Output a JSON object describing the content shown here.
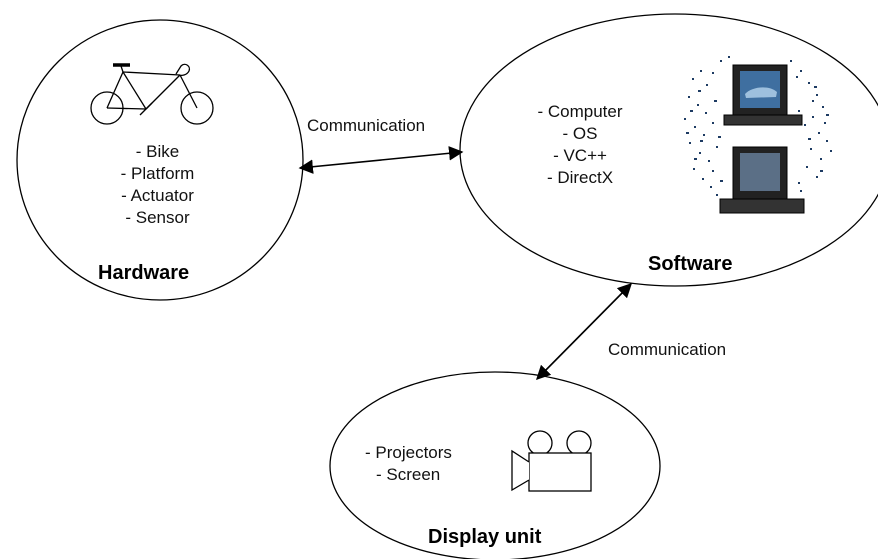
{
  "hardware": {
    "title": "Hardware",
    "items": [
      "Bike",
      "Platform",
      "Actuator",
      "Sensor"
    ],
    "icon": "bicycle-icon"
  },
  "software": {
    "title": "Software",
    "items": [
      "Computer",
      "OS",
      "VC++",
      "DirectX"
    ],
    "icon": "computers-icon"
  },
  "display": {
    "title": "Display unit",
    "items": [
      "Projectors",
      "Screen"
    ],
    "icon": "video-camera-icon"
  },
  "links": {
    "hardware_software": "Communication",
    "software_display": "Communication"
  },
  "colors": {
    "stroke": "#000000",
    "screen_blue": "#3f6fa0",
    "noise": "#1d3b63"
  }
}
